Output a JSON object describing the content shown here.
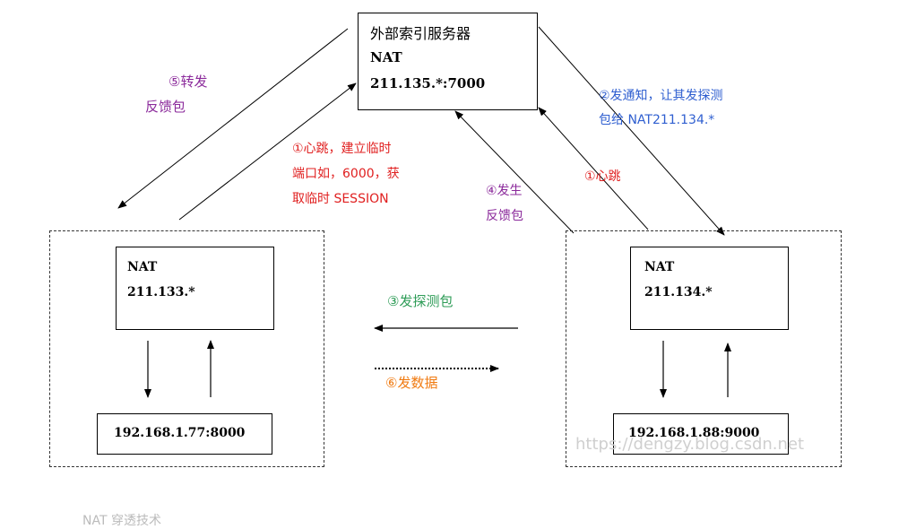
{
  "server": {
    "title": "外部索引服务器",
    "nat": "NAT",
    "addr": "211.135.*:7000"
  },
  "left": {
    "nat": "NAT",
    "addr": "211.133.*",
    "host": "192.168.1.77:8000"
  },
  "right": {
    "nat": "NAT",
    "addr": "211.134.*",
    "host": "192.168.1.88:9000"
  },
  "labels": {
    "forward_line1": "⑤转发",
    "forward_line2": "反馈包",
    "heartbeat_left_line1": "①心跳，建立临时",
    "heartbeat_left_line2": "端口如，6000，获",
    "heartbeat_left_line3": "取临时 SESSION",
    "notify_line1": "②发通知，让其发探测",
    "notify_line2": "包给 NAT211.134.*",
    "heartbeat_right": "①心跳",
    "feedback_line1": "④发生",
    "feedback_line2": "反馈包",
    "probe": "③发探测包",
    "send_data": "⑥发数据"
  },
  "colors": {
    "purple": "#8b2a9b",
    "red": "#e02020",
    "blue": "#2f5fd0",
    "green": "#2e9c57",
    "orange": "#f07a10"
  },
  "watermark": "https://dengzy.blog.csdn.net",
  "footer": "NAT 穿透技术"
}
